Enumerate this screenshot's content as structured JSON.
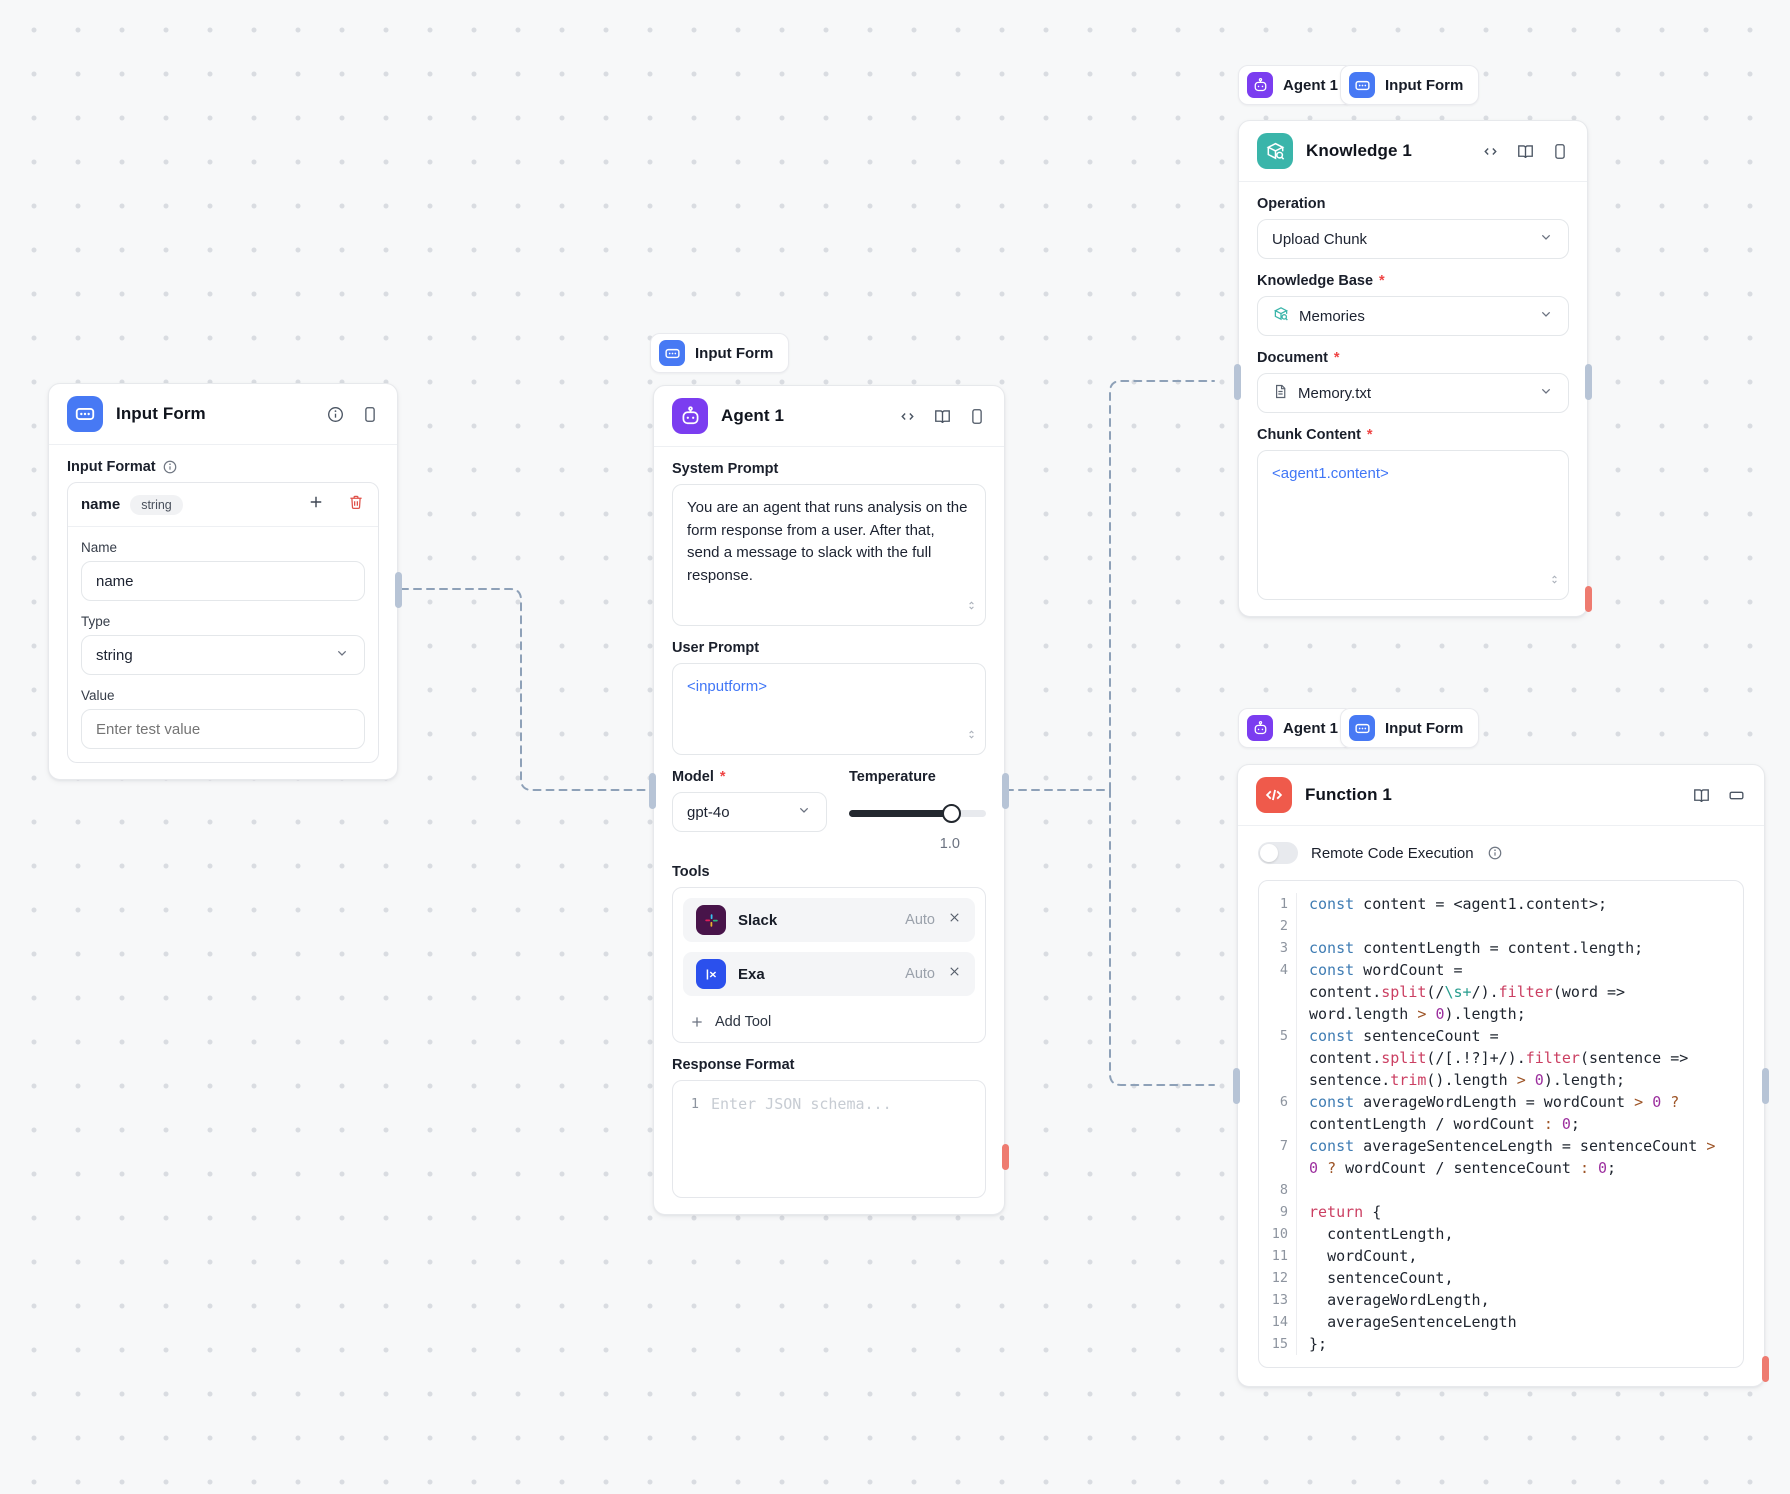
{
  "canvas": {
    "bg": "#f7f8f9",
    "dot_color": "#d9dce1",
    "edge_color": "#8ea1b8",
    "handle_color": "#b7c4d6",
    "error_handle_color": "#ee7b70"
  },
  "pills": [
    {
      "icon": "input-form",
      "label": "Input Form"
    },
    {
      "icon": "agent",
      "label": "Agent 1"
    },
    {
      "icon": "input-form",
      "label": "Input Form"
    },
    {
      "icon": "agent",
      "label": "Agent 1"
    },
    {
      "icon": "input-form",
      "label": "Input Form"
    }
  ],
  "nodes": {
    "input_form": {
      "title": "Input Form",
      "accent": "#4779f4",
      "input_format_label": "Input Format",
      "field_row": {
        "name": "name",
        "type_badge": "string"
      },
      "name_label": "Name",
      "name_value": "name",
      "type_label": "Type",
      "type_value": "string",
      "value_label": "Value",
      "value_placeholder": "Enter test value"
    },
    "agent": {
      "title": "Agent 1",
      "accent": "#7b3df0",
      "system_prompt_label": "System Prompt",
      "system_prompt_value": "You are an agent that runs analysis on the form response from a user. After that, send a message to slack with the full response.",
      "user_prompt_label": "User Prompt",
      "user_prompt_value": "<inputform>",
      "model_label": "Model",
      "model_value": "gpt-4o",
      "temperature_label": "Temperature",
      "temperature_value": "1.0",
      "temperature_percent": 75,
      "tools_label": "Tools",
      "tools": [
        {
          "name": "Slack",
          "mode": "Auto"
        },
        {
          "name": "Exa",
          "mode": "Auto"
        }
      ],
      "add_tool_label": "Add Tool",
      "response_format_label": "Response Format",
      "response_format_line_number": "1",
      "response_format_placeholder": "Enter JSON schema..."
    },
    "knowledge": {
      "title": "Knowledge 1",
      "accent": "#3ab5aa",
      "operation_label": "Operation",
      "operation_value": "Upload Chunk",
      "knowledge_base_label": "Knowledge Base",
      "knowledge_base_value": "Memories",
      "document_label": "Document",
      "document_value": "Memory.txt",
      "chunk_content_label": "Chunk Content",
      "chunk_content_value": "<agent1.content>"
    },
    "function": {
      "title": "Function 1",
      "accent": "#ef5a4b",
      "remote_code_label": "Remote Code Execution",
      "code_lines": [
        [
          [
            "k",
            "const"
          ],
          [
            "d",
            " content = <agent1.content>;"
          ]
        ],
        [],
        [
          [
            "k",
            "const"
          ],
          [
            "d",
            " contentLength = content.length;"
          ]
        ],
        [
          [
            "k",
            "const"
          ],
          [
            "d",
            " wordCount = content."
          ],
          [
            "f",
            "split"
          ],
          [
            "d",
            "(/"
          ],
          [
            "re",
            "\\s+"
          ],
          [
            "d",
            "/)."
          ],
          [
            "f",
            "filter"
          ],
          [
            "d",
            "(word => word.length "
          ],
          [
            "o",
            ">"
          ],
          [
            "d",
            " "
          ],
          [
            "n",
            "0"
          ],
          [
            "d",
            ").length;"
          ]
        ],
        [
          [
            "k",
            "const"
          ],
          [
            "d",
            " sentenceCount = content."
          ],
          [
            "f",
            "split"
          ],
          [
            "d",
            "(/[.!?]+/)."
          ],
          [
            "f",
            "filter"
          ],
          [
            "d",
            "(sentence => sentence."
          ],
          [
            "f",
            "trim"
          ],
          [
            "d",
            "().length "
          ],
          [
            "o",
            ">"
          ],
          [
            "d",
            " "
          ],
          [
            "n",
            "0"
          ],
          [
            "d",
            ").length;"
          ]
        ],
        [
          [
            "k",
            "const"
          ],
          [
            "d",
            " averageWordLength = wordCount "
          ],
          [
            "o",
            ">"
          ],
          [
            "d",
            " "
          ],
          [
            "n",
            "0"
          ],
          [
            "d",
            " "
          ],
          [
            "o",
            "?"
          ],
          [
            "d",
            " contentLength / wordCount "
          ],
          [
            "o",
            ":"
          ],
          [
            "d",
            " "
          ],
          [
            "n",
            "0"
          ],
          [
            "d",
            ";"
          ]
        ],
        [
          [
            "k",
            "const"
          ],
          [
            "d",
            " averageSentenceLength = sentenceCount "
          ],
          [
            "o",
            ">"
          ],
          [
            "d",
            " "
          ],
          [
            "n",
            "0"
          ],
          [
            "d",
            " "
          ],
          [
            "o",
            "?"
          ],
          [
            "d",
            " wordCount / sentenceCount "
          ],
          [
            "o",
            ":"
          ],
          [
            "d",
            " "
          ],
          [
            "n",
            "0"
          ],
          [
            "d",
            ";"
          ]
        ],
        [],
        [
          [
            "f",
            "return"
          ],
          [
            "d",
            " {"
          ]
        ],
        [
          [
            "d",
            "  contentLength,"
          ]
        ],
        [
          [
            "d",
            "  wordCount,"
          ]
        ],
        [
          [
            "d",
            "  sentenceCount,"
          ]
        ],
        [
          [
            "d",
            "  averageWordLength,"
          ]
        ],
        [
          [
            "d",
            "  averageSentenceLength"
          ]
        ],
        [
          [
            "d",
            "};"
          ]
        ]
      ]
    }
  }
}
